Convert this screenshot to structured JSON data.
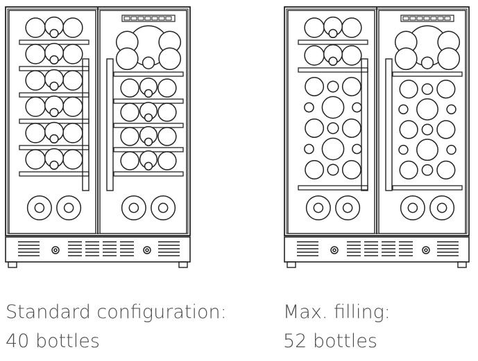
{
  "colors": {
    "line": "#222222",
    "text": "#4a4a4a",
    "background": "#ffffff"
  },
  "fridges": [
    {
      "caption": "Standard configuration:",
      "bottles": "40 bottles",
      "left_zone": "standard",
      "right_zone": "standard"
    },
    {
      "caption": "Max. filling:",
      "bottles": "52 bottles",
      "left_zone": "max",
      "right_zone": "max"
    }
  ]
}
